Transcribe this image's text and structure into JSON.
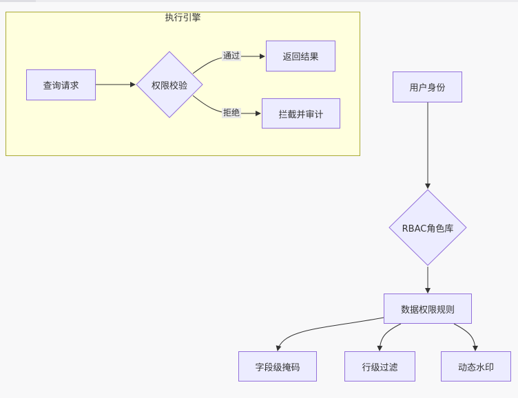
{
  "cluster": {
    "title": "执行引擎"
  },
  "nodes": {
    "query_request": "查询请求",
    "permission_check": "权限校验",
    "return_result": "返回结果",
    "block_audit": "拦截并审计",
    "user_identity": "用户身份",
    "rbac_role_store": "RBAC角色库",
    "data_permission_rules": "数据权限规则",
    "field_masking": "字段级掩码",
    "row_filtering": "行级过滤",
    "dynamic_watermark": "动态水印"
  },
  "edge_labels": {
    "pass": "通过",
    "reject": "拒绝"
  },
  "colors": {
    "node_fill": "#ececff",
    "node_stroke": "#9370db",
    "cluster_fill": "#ffffde",
    "cluster_stroke": "#aaaa33",
    "edge": "#333333",
    "edge_label_bg": "#e8e8e8"
  }
}
